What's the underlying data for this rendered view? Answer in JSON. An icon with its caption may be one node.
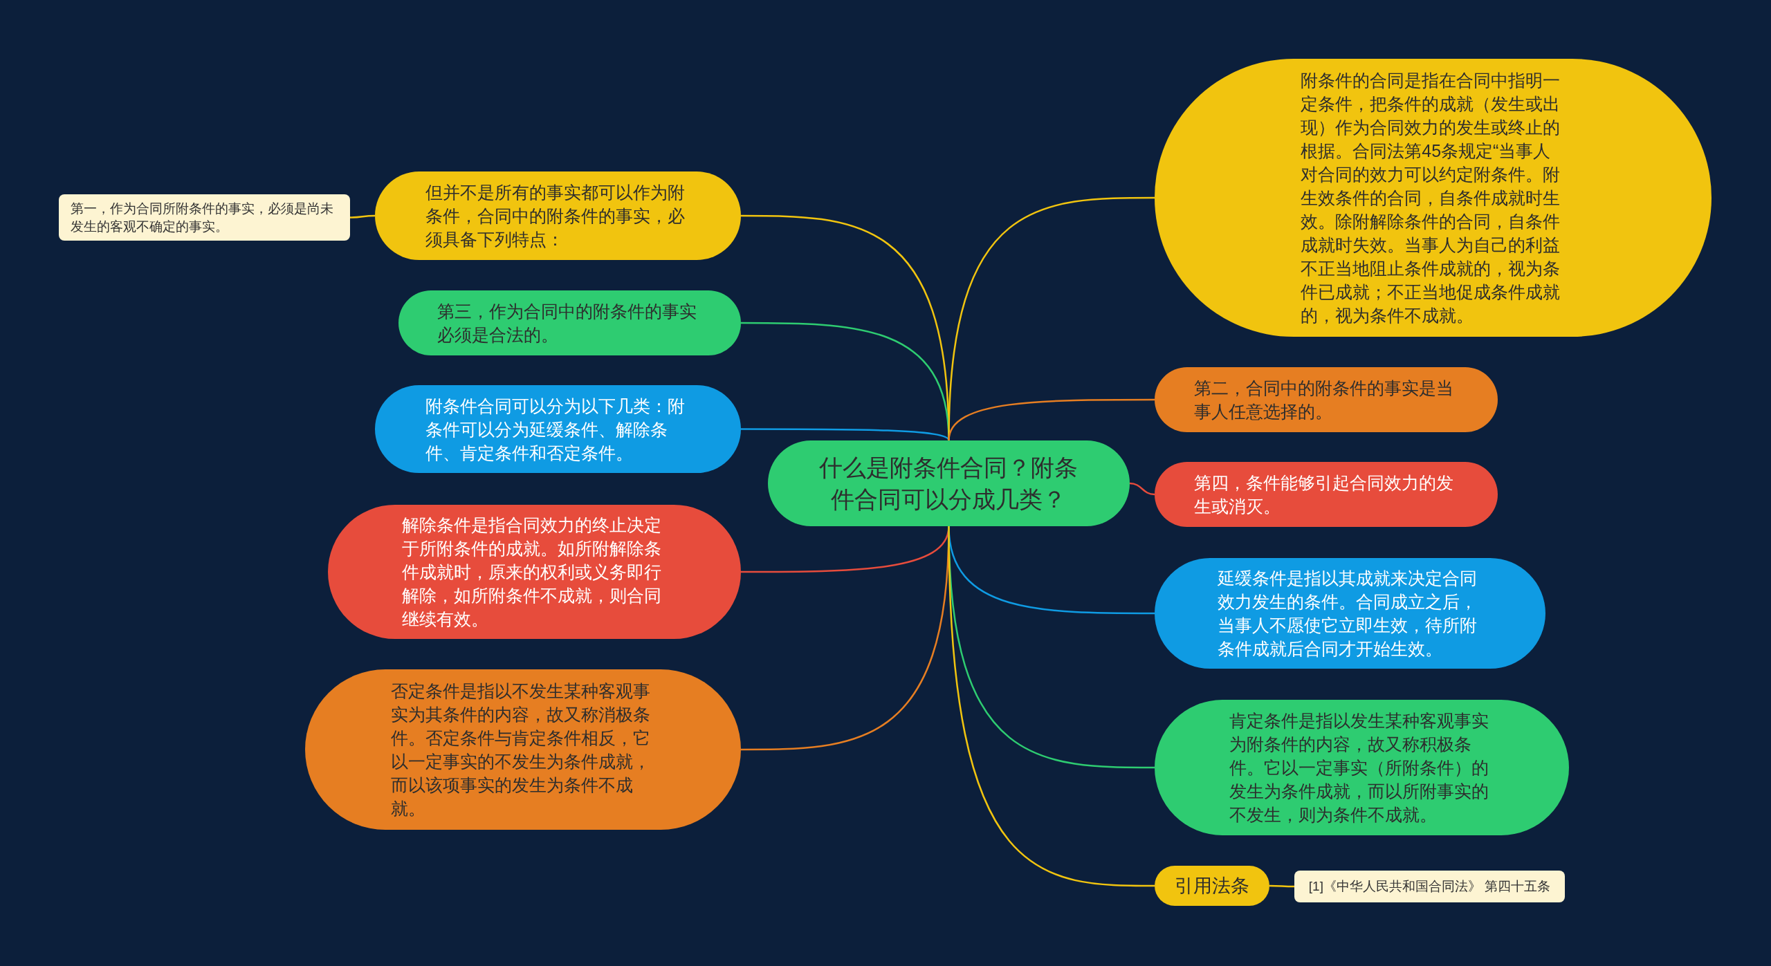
{
  "diagram": {
    "nodes": [
      {
        "text": [
          "什么是附条件合同？附条件合同可以分成几类？"
        ]
      },
      {
        "text": [
          "但并不是所有的事实都可以作为附条件，合同中的附条件的事实，必须具备下列特点："
        ]
      },
      {
        "text": [
          "第一，作为合同所附条件的事实，必须是尚未发生的客观不确定的事实。"
        ]
      },
      {
        "text": [
          "第三，作为合同中的附条件的事实必须是合法的。"
        ]
      },
      {
        "text": [
          "附条件合同可以分为以下几类：附条件可以分为延缓条件、解除条件、肯定条件和否定条件。"
        ]
      },
      {
        "text": [
          "解除条件是指合同效力的终止决定于所附条件的成就。如所附解除条件成就时，原来的权利或义务即行解除，如所附条件不成就，则合同继续有效。"
        ]
      },
      {
        "text": [
          "否定条件是指以不发生某种客观事实为其条件的内容，故又称消极条件。否定条件与肯定条件相反，它以一定事实的不发生为条件成就，而以该项事实的发生为条件不成就。"
        ]
      },
      {
        "text": [
          "附条件的合同是指在合同中指明一定条件，把条件的成就（发生或出现）作为合同效力的发生或终止的根据。合同法第45条规定“当事人对合同的效力可以约定附条件。附生效条件的合同，自条件成就时生效。除附解除条件的合同，自条件成就时失效。当事人为自己的利益不正当地阻止条件成就的，视为条件已成就；不正当地促成条件成就的，视为条件不成就。"
        ]
      },
      {
        "text": [
          "第二，合同中的附条件的事实是当事人任意选择的。"
        ]
      },
      {
        "text": [
          "第四，条件能够引起合同效力的发生或消灭。"
        ]
      },
      {
        "text": [
          "延缓条件是指以其成就来决定合同效力发生的条件。合同成立之后，当事人不愿使它立即生效，待所附条件成就后合同才开始生效。"
        ]
      },
      {
        "text": [
          "肯定条件是指以发生某种客观事实为附条件的内容，故又称积极条件。它以一定事实（所附条件）的发生为条件成就，而以所附事实的不发生，则为条件不成就。"
        ]
      },
      {
        "text": [
          "引用法条"
        ]
      },
      {
        "text": [
          "[1]《中华人民共和国合同法》 第四十五条"
        ]
      }
    ],
    "edges": [
      {
        "from": 0,
        "to": 1,
        "arrow": "none"
      },
      {
        "from": 1,
        "to": 2,
        "arrow": "none"
      },
      {
        "from": 0,
        "to": 3,
        "arrow": "none",
        "color": "#2ecc71"
      },
      {
        "from": 0,
        "to": 4,
        "arrow": "none",
        "color": "#0f9be3"
      },
      {
        "from": 0,
        "to": 5,
        "arrow": "none",
        "color": "#e74c3c"
      },
      {
        "from": 0,
        "to": 6,
        "arrow": "none",
        "color": "#e67e22"
      },
      {
        "from": 0,
        "to": 7,
        "arrow": "none"
      },
      {
        "from": 0,
        "to": 8,
        "arrow": "none",
        "color": "#e67e22"
      },
      {
        "from": 0,
        "to": 9,
        "arrow": "none",
        "color": "#e74c3c"
      },
      {
        "from": 0,
        "to": 10,
        "arrow": "none",
        "color": "#0f9be3"
      },
      {
        "from": 0,
        "to": 11,
        "arrow": "none",
        "color": "#2ecc71"
      },
      {
        "from": 0,
        "to": 12,
        "arrow": "none"
      },
      {
        "from": 12,
        "to": 13,
        "arrow": "none"
      }
    ]
  }
}
